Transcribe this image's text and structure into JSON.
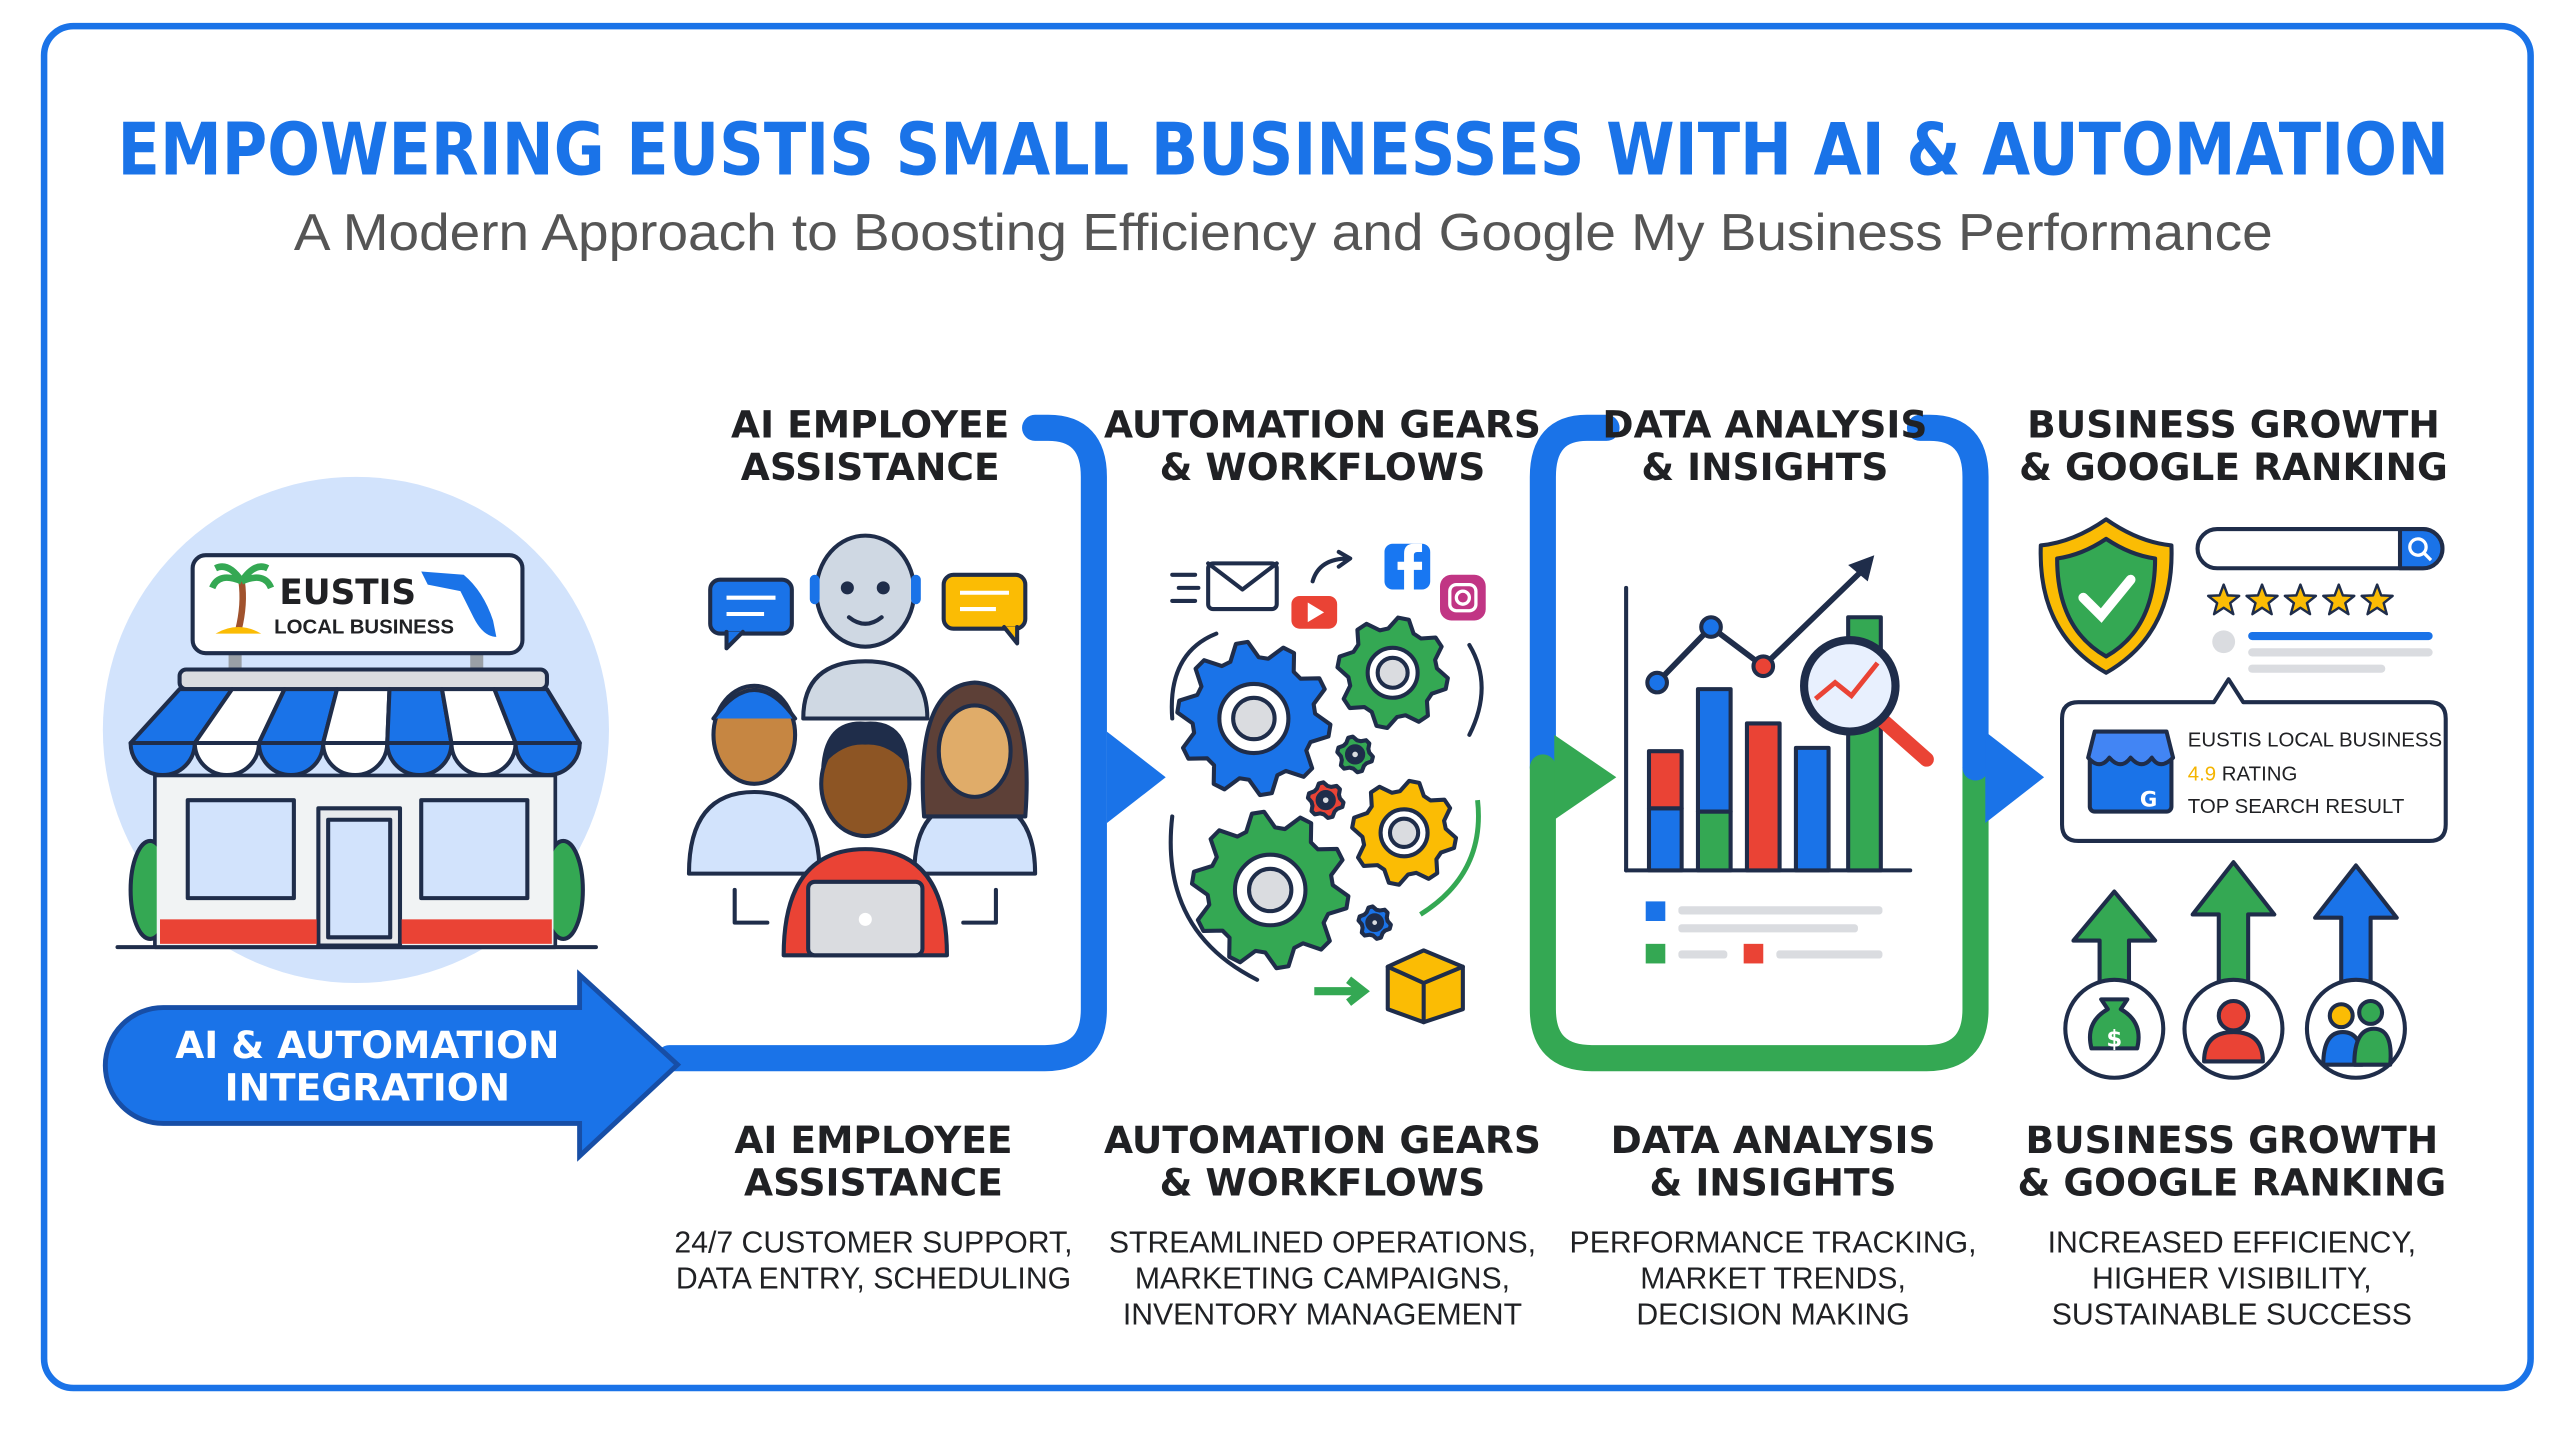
{
  "title": "EMPOWERING EUSTIS SMALL BUSINESSES WITH AI & AUTOMATION",
  "subtitle": "A Modern Approach to Boosting Efficiency and Google My Business Performance",
  "store_sign": {
    "name": "EUSTIS",
    "sub": "LOCAL BUSINESS"
  },
  "integration_arrow": {
    "line1": "AI & AUTOMATION",
    "line2": "INTEGRATION"
  },
  "steps": [
    {
      "top1": "AI EMPLOYEE",
      "top2": "ASSISTANCE",
      "title1": "AI EMPLOYEE",
      "title2": "ASSISTANCE",
      "desc": [
        "24/7 CUSTOMER SUPPORT,",
        "DATA ENTRY, SCHEDULING"
      ]
    },
    {
      "top1": "AUTOMATION GEARS",
      "top2": "& WORKFLOWS",
      "title1": "AUTOMATION GEARS",
      "title2": "& WORKFLOWS",
      "desc": [
        "STREAMLINED OPERATIONS,",
        "MARKETING CAMPAIGNS,",
        "INVENTORY MANAGEMENT"
      ]
    },
    {
      "top1": "DATA ANALYSIS",
      "top2": "& INSIGHTS",
      "title1": "DATA ANALYSIS",
      "title2": "& INSIGHTS",
      "desc": [
        "PERFORMANCE TRACKING,",
        "MARKET TRENDS,",
        "DECISION MAKING"
      ]
    },
    {
      "top1": "BUSINESS GROWTH",
      "top2": "& GOOGLE RANKING",
      "title1": "BUSINESS GROWTH",
      "title2": "& GOOGLE RANKING",
      "desc": [
        "INCREASED EFFICIENCY,",
        "HIGHER VISIBILITY,",
        "SUSTAINABLE SUCCESS"
      ]
    }
  ],
  "ranking_card": {
    "business": "EUSTIS LOCAL BUSINESS",
    "rating": "4.9",
    "rating_label": " RATING",
    "result": "TOP SEARCH RESULT",
    "g_letter": "G"
  },
  "star_rating": 5,
  "icons": [
    "storefront-icon",
    "palm-tree-icon",
    "florida-map-icon",
    "chat-bubble-icon",
    "robot-icon",
    "person-icon",
    "laptop-icon",
    "gear-icon",
    "envelope-icon",
    "youtube-icon",
    "facebook-icon",
    "instagram-icon",
    "package-icon",
    "bar-chart-icon",
    "magnifier-icon",
    "shield-check-icon",
    "search-icon",
    "star-icon",
    "money-bag-icon",
    "user-icon",
    "team-icon"
  ],
  "colors": {
    "blue": "#1a73e8",
    "green": "#34a853",
    "red": "#ea4335",
    "yellow": "#fbbc04",
    "text": "#202124",
    "subtitle": "#555555"
  }
}
